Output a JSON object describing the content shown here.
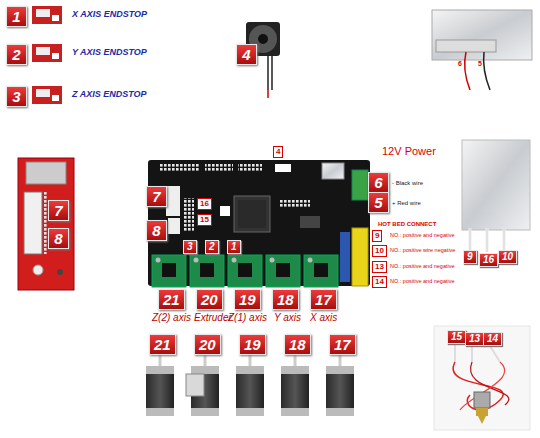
{
  "diagram": {
    "labels": [
      "1",
      "X AXIS ENDSTOP",
      "2",
      "Y AXIS ENDSTOP",
      "3",
      "Z AXIS ENDSTOP",
      "4",
      "6",
      "5",
      "4",
      "12V Power",
      "6",
      "- Black wire",
      "5",
      "+ Red wire",
      "7",
      "8",
      "7",
      "8",
      "16",
      "15",
      "3",
      "2",
      "1",
      "HOT BED CONNECT",
      "9",
      "NO.: positive and negative",
      "10",
      "NO.: positive wire negative",
      "13",
      "NO.: positive and negative",
      "14",
      "NO.: positive and negative",
      "21",
      "20",
      "19",
      "18",
      "17",
      "Z(2) axis",
      "Extruder",
      "Z(1) axis",
      "Y axis",
      "X axis",
      "9",
      "16",
      "10",
      "21",
      "20",
      "19",
      "18",
      "17",
      "15",
      "13",
      "14"
    ]
  }
}
